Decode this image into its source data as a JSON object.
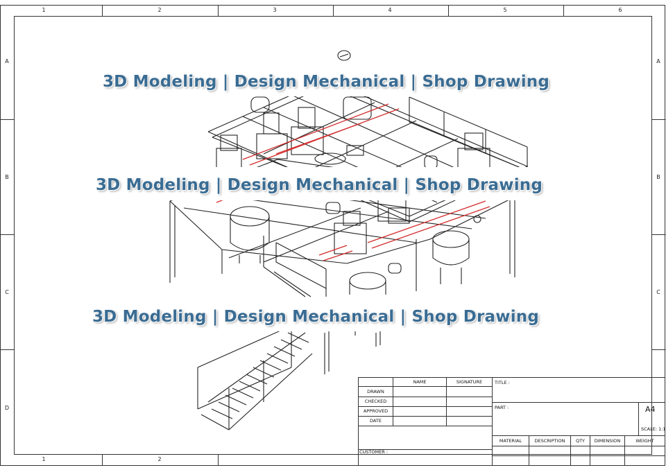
{
  "frame": {
    "columns": [
      "1",
      "2",
      "3",
      "4",
      "5",
      "6"
    ],
    "rows": [
      "A",
      "B",
      "C",
      "D"
    ],
    "bottom_columns": [
      "1",
      "2"
    ]
  },
  "watermark": {
    "line1": "3D Modeling  |  Design Mechanical  |  Shop Drawing",
    "line2": "3D Modeling  |  Design Mechanical  |  Shop Drawing",
    "line3": "3D Modeling  |  Design Mechanical  |  Shop Drawing",
    "color": "#3a6c93"
  },
  "drawing": {
    "icon": "isometric-process-plant-icon",
    "pipe_color": "#d22b2b"
  },
  "title_block": {
    "name_header": "NAME",
    "signature_header": "SIGNATURE",
    "drawn": "DRAWN",
    "checked": "CHECKED",
    "approved": "APPROVED",
    "date": "DATE",
    "customer": "CUSTOMER :",
    "title": "TITLE :",
    "part": "PART :",
    "size": "A4",
    "scale": "SCALE: 1:1",
    "material": "MATERIAL",
    "description": "DESCRIPTION",
    "qty": "QTY",
    "dimension": "DIMENSION",
    "weight": "WEIGHT"
  }
}
